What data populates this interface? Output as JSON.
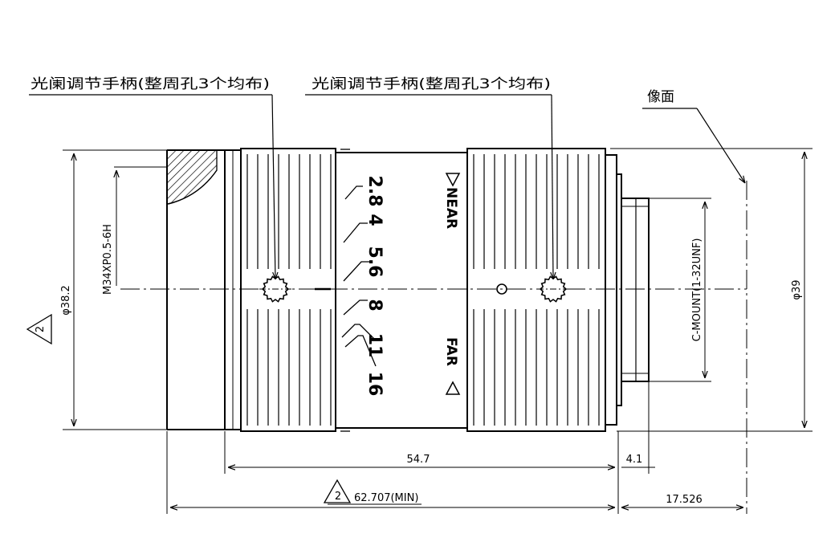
{
  "callouts": {
    "left_handle": "光阑调节手柄(整周孔3个均布)",
    "right_handle": "光阑调节手柄(整周孔3个均布)",
    "image_plane": "像面"
  },
  "dimensions": {
    "thread": "M34XP0.5-6H",
    "dia_front": "φ38.2",
    "dia_body": "φ39",
    "mount": "C-MOUNT(1-32UNF)",
    "flange_length": "54.7",
    "mount_length": "4.1",
    "total_length": "62.707(MIN)",
    "back_focal": "17.526"
  },
  "revision_marks": {
    "left": "2",
    "bottom": "2"
  },
  "aperture_scale": [
    "2.8",
    "4",
    "5.6",
    "8",
    "11",
    "16"
  ],
  "focus_labels": {
    "near": "NEAR",
    "far": "FAR"
  }
}
